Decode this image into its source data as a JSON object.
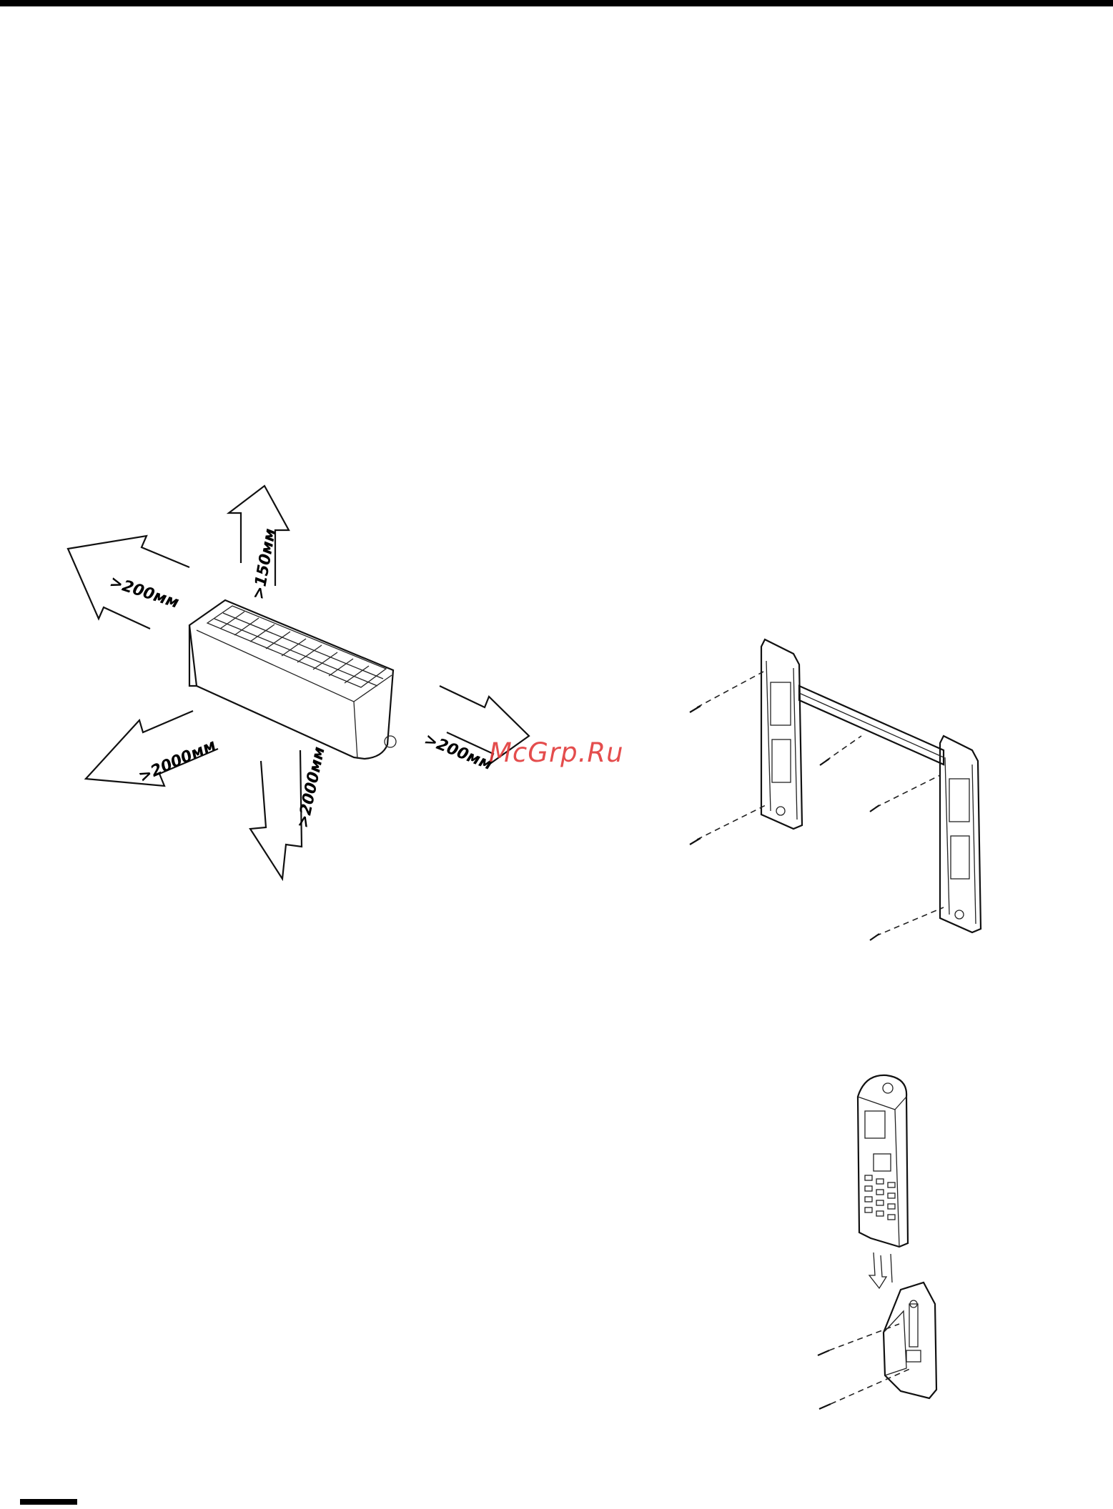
{
  "clearances": {
    "left": ">200мм",
    "top": ">150мм",
    "right": ">200мм",
    "front_left": ">2000мм",
    "front_down": ">2000мм"
  },
  "watermark": "McGrp.Ru"
}
